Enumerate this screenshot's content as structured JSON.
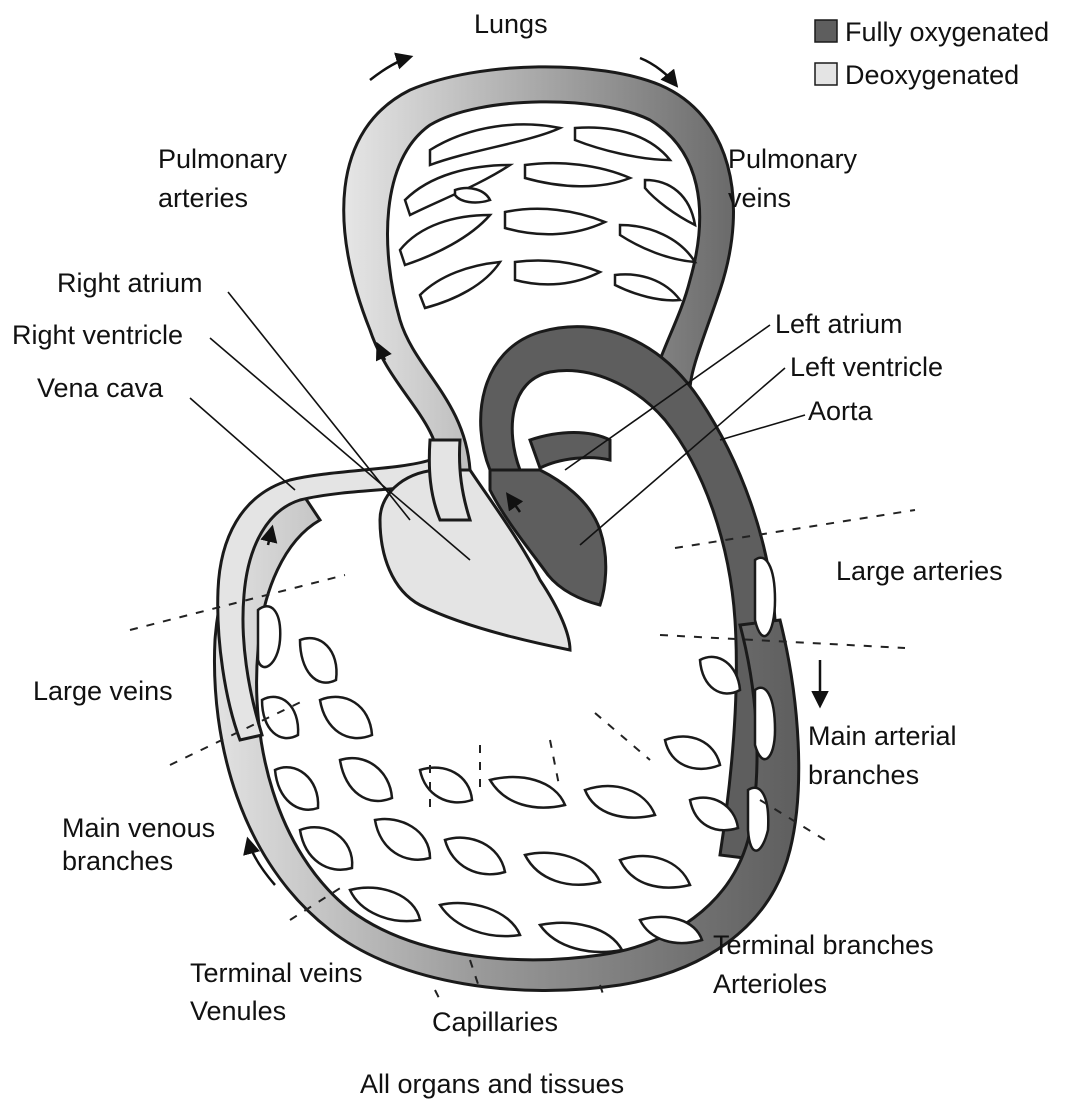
{
  "legend": {
    "oxygenated": {
      "label": "Fully oxygenated",
      "color": "#5e5e5e"
    },
    "deoxygenated": {
      "label": "Deoxygenated",
      "color": "#e4e4e4"
    }
  },
  "labels": {
    "lungs": "Lungs",
    "pulmonary_arteries_1": "Pulmonary",
    "pulmonary_arteries_2": "arteries",
    "pulmonary_veins_1": "Pulmonary",
    "pulmonary_veins_2": "veins",
    "right_atrium": "Right atrium",
    "right_ventricle": "Right ventricle",
    "vena_cava": "Vena cava",
    "left_atrium": "Left atrium",
    "left_ventricle": "Left ventricle",
    "aorta": "Aorta",
    "large_arteries": "Large arteries",
    "large_veins": "Large veins",
    "main_arterial_1": "Main arterial",
    "main_arterial_2": "branches",
    "main_venous_1": "Main venous",
    "main_venous_2": "branches",
    "terminal_branches": "Terminal branches",
    "arterioles": "Arterioles",
    "terminal_veins": "Terminal veins",
    "venules": "Venules",
    "capillaries": "Capillaries",
    "all_organs": "All organs and tissues"
  }
}
